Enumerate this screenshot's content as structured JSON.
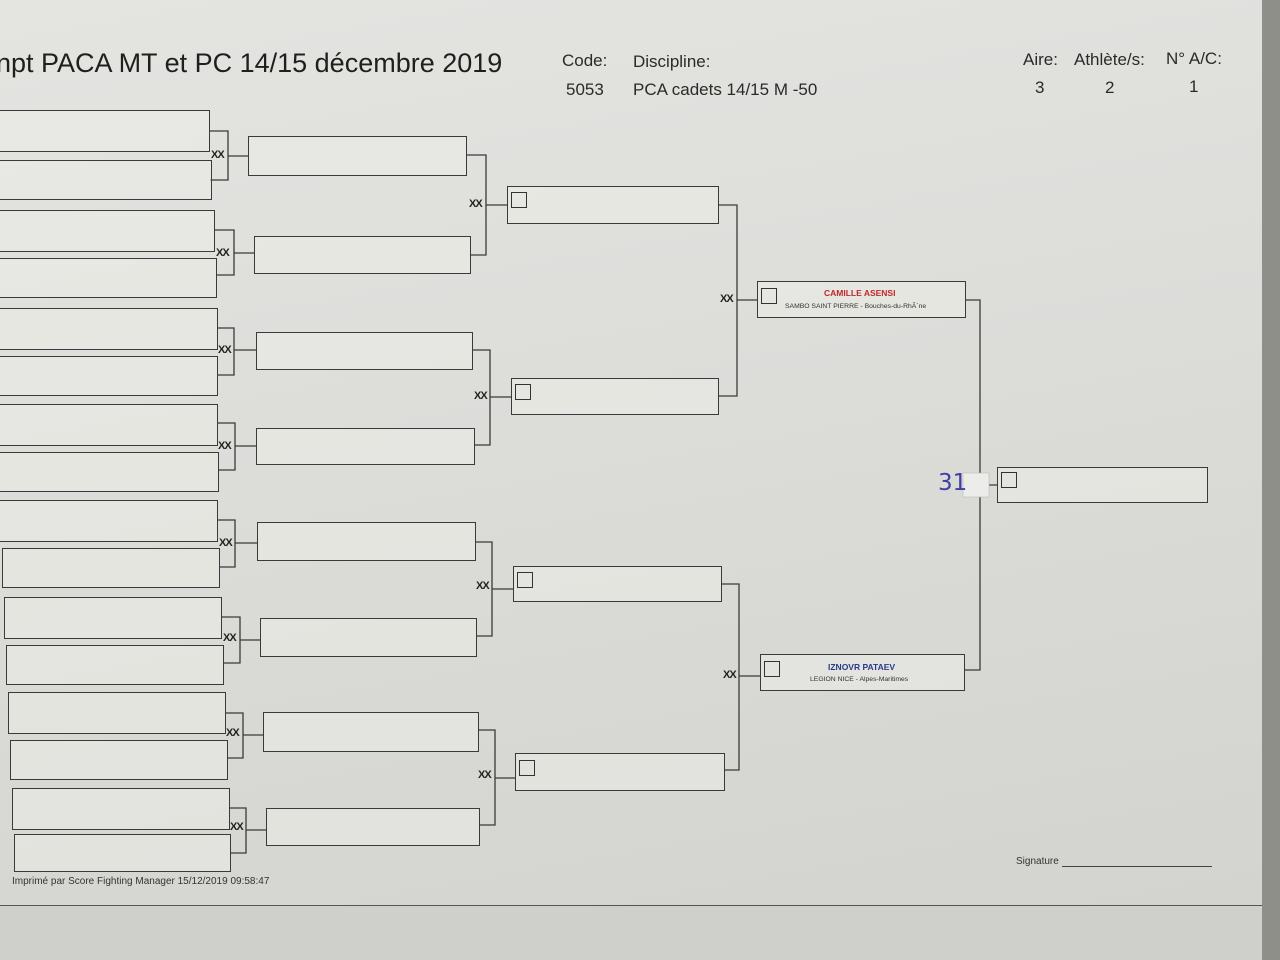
{
  "header": {
    "title": "npt PACA MT et PC 14/15 décembre 2019",
    "code_label": "Code:",
    "code_value": "5053",
    "discipline_label": "Discipline:",
    "discipline_value": "PCA cadets 14/15 M -50",
    "aire_label": "Aire:",
    "aire_value": "3",
    "athletes_label": "Athlète/s:",
    "athletes_value": "2",
    "nac_label": "N° A/C:",
    "nac_value": "1"
  },
  "bracket": {
    "match_marker": "XX",
    "semifinal_top": {
      "name": "CAMILLE ASENSI",
      "club": "SAMBO SAINT PIERRE - Bouches-du-RhÃ´ne",
      "name_color": "#c0282a"
    },
    "semifinal_bottom": {
      "name": "IZNOVR PATAEV",
      "club": "LEGION NICE - Alpes-Maritimes",
      "name_color": "#2a3a8a"
    },
    "final_annotation": "31"
  },
  "footer": {
    "printed_by": "Imprimé par Score Fighting Manager 15/12/2019 09:58:47",
    "signature_label": "Signature"
  }
}
